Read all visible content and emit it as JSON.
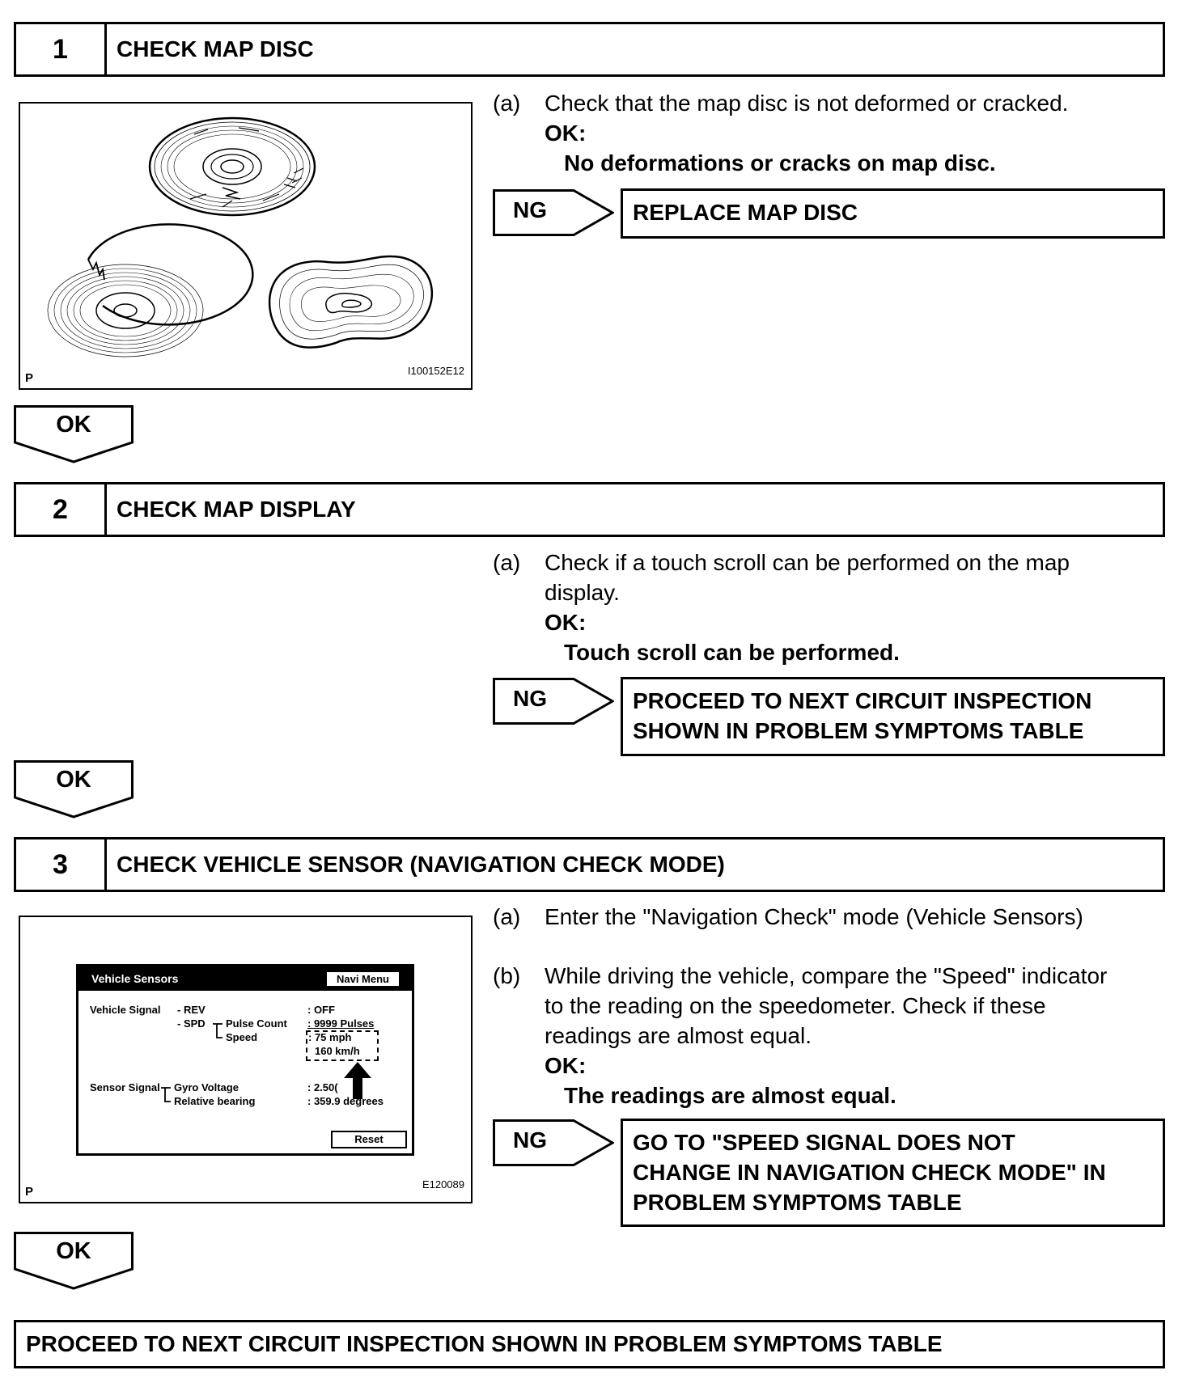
{
  "steps": [
    {
      "number": "1",
      "title": "CHECK MAP DISC",
      "figure": {
        "corner_label": "P",
        "figure_id": "I100152E12"
      },
      "instructions": [
        {
          "label": "(a)",
          "lines": [
            "Check that the map disc is not deformed or cracked."
          ]
        }
      ],
      "ok_label": "OK:",
      "ok_value": "No deformations or cracks on map disc.",
      "ng_label": "NG",
      "ng_result": [
        "REPLACE MAP DISC"
      ],
      "ok_arrow": "OK"
    },
    {
      "number": "2",
      "title": "CHECK MAP DISPLAY",
      "instructions": [
        {
          "label": "(a)",
          "lines": [
            "Check if a touch scroll can be performed on the map",
            "display."
          ]
        }
      ],
      "ok_label": "OK:",
      "ok_value": "Touch scroll can be performed.",
      "ng_label": "NG",
      "ng_result": [
        "PROCEED TO NEXT CIRCUIT INSPECTION",
        "SHOWN IN PROBLEM SYMPTOMS TABLE"
      ],
      "ok_arrow": "OK"
    },
    {
      "number": "3",
      "title": "CHECK VEHICLE SENSOR (NAVIGATION CHECK MODE)",
      "figure": {
        "corner_label": "P",
        "figure_id": "E120089",
        "screen": {
          "title": "Vehicle Sensors",
          "menu_button": "Navi Menu",
          "vehicle_signal": "Vehicle Signal",
          "rev": "- REV",
          "spd": "- SPD",
          "pulse_count": "Pulse Count",
          "speed": "Speed",
          "rev_value": ": OFF",
          "pulse_value": ": 9999 Pulses",
          "mph_value": ": 75 mph",
          "kmh_value": "160 km/h",
          "sensor_signal": "Sensor Signal",
          "gyro_voltage": "Gyro Voltage",
          "relative_bearing": "Relative bearing",
          "gyro_value": ": 2.50(",
          "bearing_value": ": 359.9 degrees",
          "reset_button": "Reset"
        }
      },
      "instructions": [
        {
          "label": "(a)",
          "lines": [
            "Enter the \"Navigation Check\" mode (Vehicle Sensors)"
          ]
        },
        {
          "label": "(b)",
          "lines": [
            "While driving the vehicle, compare the \"Speed\" indicator",
            "to the reading on the speedometer. Check if these",
            "readings are almost equal."
          ]
        }
      ],
      "ok_label": "OK:",
      "ok_value": "The readings are almost equal.",
      "ng_label": "NG",
      "ng_result": [
        "GO TO \"SPEED SIGNAL DOES NOT",
        "CHANGE IN NAVIGATION CHECK MODE\" IN",
        "PROBLEM SYMPTOMS TABLE"
      ],
      "ok_arrow": "OK"
    }
  ],
  "final_result": "PROCEED TO NEXT CIRCUIT INSPECTION SHOWN IN PROBLEM SYMPTOMS TABLE"
}
